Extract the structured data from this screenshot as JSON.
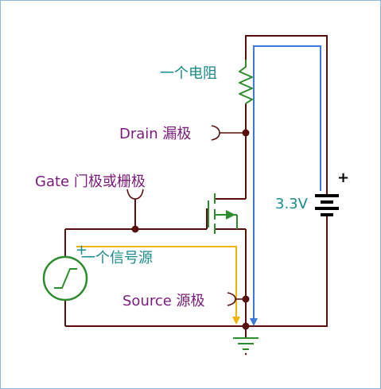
{
  "labels": {
    "resistor": "一个电阻",
    "drain": "Drain 漏极",
    "gate": "Gate 门极或栅极",
    "battery": "3.3V",
    "signal_source": "一个信号源",
    "source": "Source 源极",
    "battery_plus": "+",
    "source_plus": "+"
  },
  "colors": {
    "wire": "#5a0f0f",
    "component_green": "#2e8b2e",
    "label_teal": "#1a8a8a",
    "label_purple": "#7a1a7a",
    "current_blue": "#3a7ad8",
    "current_yellow": "#f0b400",
    "dot": "#5a0f0f",
    "black": "#000000",
    "frame_border": "#8fb6d8"
  }
}
